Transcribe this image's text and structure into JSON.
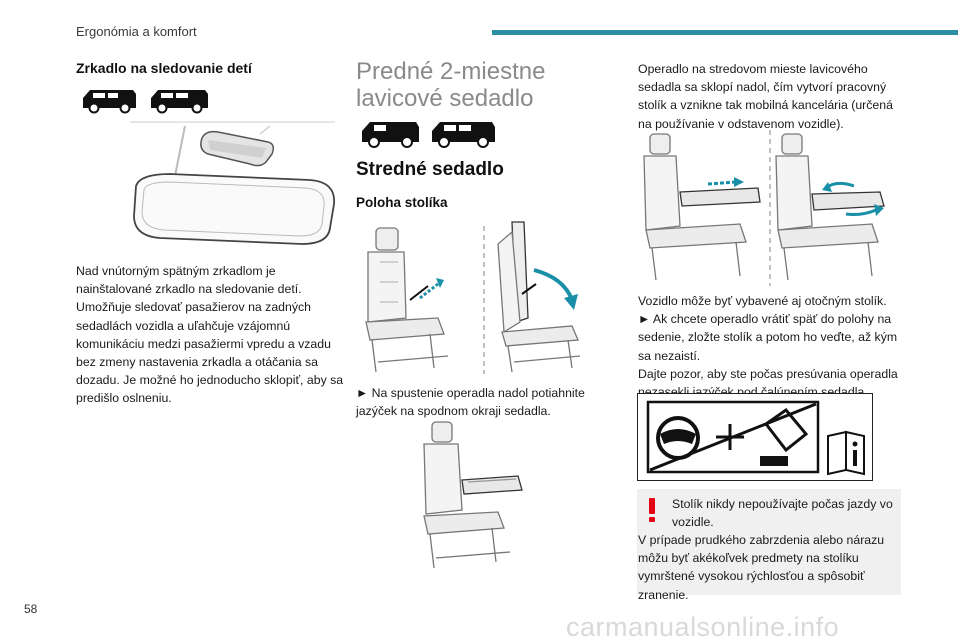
{
  "header": {
    "section": "Ergonómia a komfort"
  },
  "page_number": "58",
  "footer_watermark": "carmanualsonline.info",
  "col1": {
    "heading": "Zrkadlo na sledovanie detí",
    "paragraph_lines": [
      "Nad vnútorným spätným zrkadlom je",
      "nainštalované zrkadlo na sledovanie detí.",
      "Umožňuje sledovať pasažierov na zadných",
      "sedadlách vozidla a uľahčuje vzájomnú",
      "komunikáciu medzi pasažiermi vpredu a vzadu",
      "bez zmeny nastavenia zrkadla a otáčania sa",
      "dozadu. Je možné ho jednoducho sklopiť, aby sa",
      "predišlo oslneniu."
    ]
  },
  "col2": {
    "title_line1": "Predné 2-miestne",
    "title_line2": "lavicové sedadlo",
    "heading_middle": "Stredné sedadlo",
    "subheading": "Poloha stolíka",
    "instruction_line1": "► Na spustenie operadla nadol potiahnite",
    "instruction_line2": "jazýček na spodnom okraji sedadla."
  },
  "col3": {
    "intro_lines": [
      "Operadlo na stredovom mieste lavicového",
      "sedadla sa sklopí nadol, čím vytvorí pracovný",
      "stolík a vznikne tak mobilná kancelária (určená",
      "na používanie v odstavenom vozidle)."
    ],
    "swivel_lines": [
      "Vozidlo môže byť vybavené aj otočným stolík.",
      "► Ak chcete operadlo vrátiť späť do polohy na",
      "sedenie, zložte stolík a potom ho veďte, až kým",
      "sa nezaistí.",
      "Dajte pozor, aby ste počas presúvania operadla",
      "nezasekli jazýček pod čalúnením sedadla."
    ],
    "warning_lines": [
      "Stolík nikdy nepoužívajte počas jazdy vo",
      "vozidle.",
      "V prípade prudkého zabrzdenia alebo nárazu",
      "môžu byť akékoľvek predmety na stolíku",
      "vymrštené vysokou rýchlosťou a spôsobiť",
      "zranenie."
    ]
  },
  "colors": {
    "accent": "#2a8fa0",
    "warning": "#e30613"
  }
}
